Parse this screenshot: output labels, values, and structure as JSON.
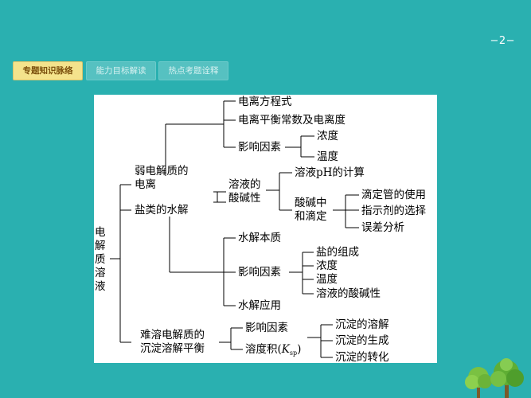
{
  "header": {
    "page_number": "−2−"
  },
  "tabs": [
    {
      "label": "专题知识脉络",
      "active": true
    },
    {
      "label": "能力目标解读",
      "active": false
    },
    {
      "label": "热点考题诠释",
      "active": false
    }
  ],
  "diagram": {
    "root": [
      "电",
      "解",
      "质",
      "溶",
      "液"
    ],
    "weak_electrolyte": [
      "弱电解质的",
      "电离"
    ],
    "salt_hydrolysis": "盐类的水解",
    "ionization_equation": "电离方程式",
    "ionization_constant": "电离平衡常数及电离度",
    "influencing_factors": "影响因素",
    "concentration": "浓度",
    "temperature": "温度",
    "solution_acidity": [
      "溶液的",
      "酸碱性"
    ],
    "ph_calculation": "溶液pH的计算",
    "acid_base_titration": [
      "酸碱中",
      "和滴定"
    ],
    "burette_use": "滴定管的使用",
    "indicator_choice": "指示剂的选择",
    "error_analysis": "误差分析",
    "hydrolysis_essence": "水解本质",
    "hydrolysis_factors": "影响因素",
    "salt_composition": "盐的组成",
    "h_concentration": "浓度",
    "h_temperature": "温度",
    "h_solution_acidity": "溶液的酸碱性",
    "hydrolysis_application": "水解应用",
    "insoluble_equilibrium": [
      "难溶电解质的",
      "沉淀溶解平衡"
    ],
    "insoluble_factors": "影响因素",
    "ksp_prefix": "溶度积(",
    "ksp_k": "K",
    "ksp_sub": "sp",
    "ksp_suffix": ")",
    "precip_dissolution": "沉淀的溶解",
    "precip_formation": "沉淀的生成",
    "precip_conversion": "沉淀的转化"
  }
}
